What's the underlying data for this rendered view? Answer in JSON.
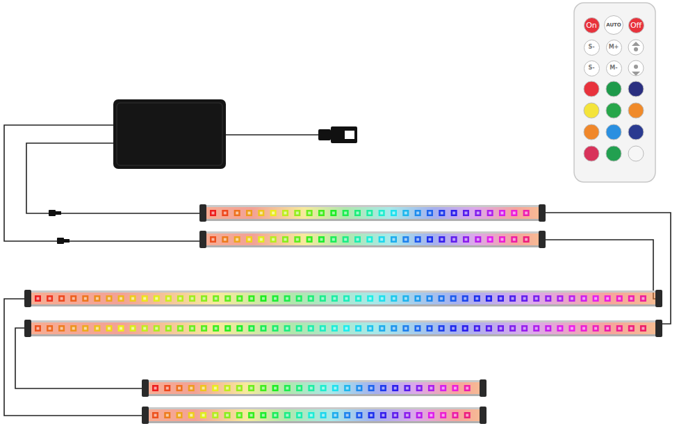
{
  "diagram": {
    "nodes": [
      {
        "text": [
          "On"
        ]
      },
      {
        "text": [
          "AUTO"
        ]
      },
      {
        "text": [
          "Off"
        ]
      },
      {
        "text": [
          "S-"
        ]
      },
      {
        "text": [
          "M+"
        ]
      },
      {
        "text": [
          "S-"
        ]
      },
      {
        "text": [
          "M-"
        ]
      }
    ]
  }
}
